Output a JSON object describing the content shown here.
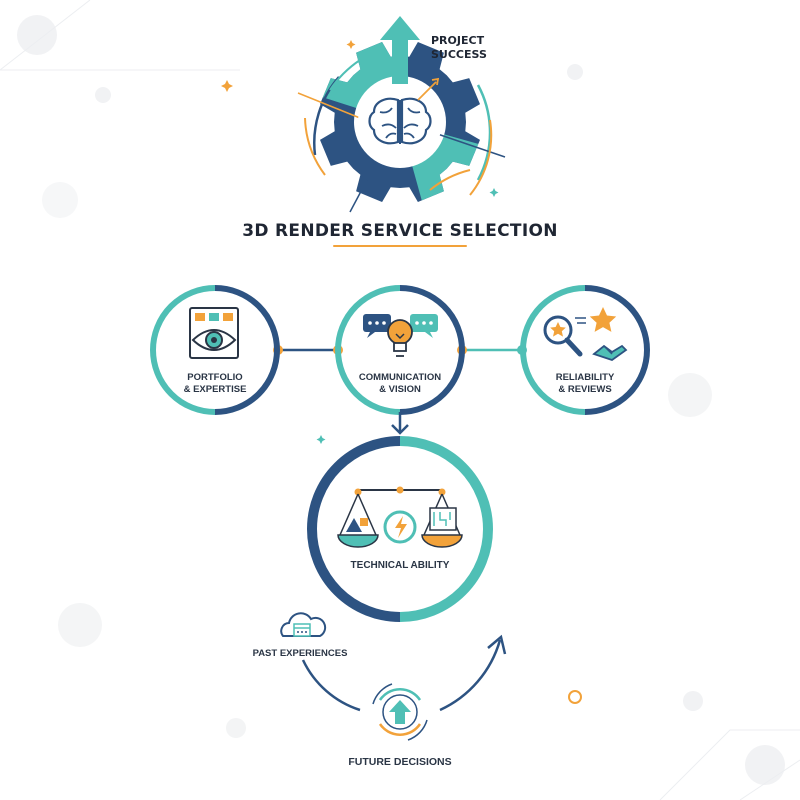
{
  "header": {
    "title": "3D RENDER SERVICE SELECTION",
    "goal_line1": "PROJECT",
    "goal_line2": "SUCCESS"
  },
  "factors": [
    {
      "line1": "PORTFOLIO",
      "line2": "& EXPERTISE",
      "icon": "eye-portfolio-icon"
    },
    {
      "line1": "COMMUNICATION",
      "line2": "& VISION",
      "icon": "lightbulb-chat-icon"
    },
    {
      "line1": "RELIABILITY",
      "line2": "& REVIEWS",
      "icon": "magnifier-star-handshake-icon"
    }
  ],
  "center": {
    "label": "TECHNICAL ABILITY",
    "icon": "balance-scale-icon"
  },
  "cycle": {
    "past_label": "PAST EXPERIENCES",
    "future_label": "FUTURE DECISIONS"
  },
  "colors": {
    "navy": "#2d5382",
    "teal": "#4fbfb5",
    "orange": "#f2a23a",
    "text": "#1f2633"
  }
}
